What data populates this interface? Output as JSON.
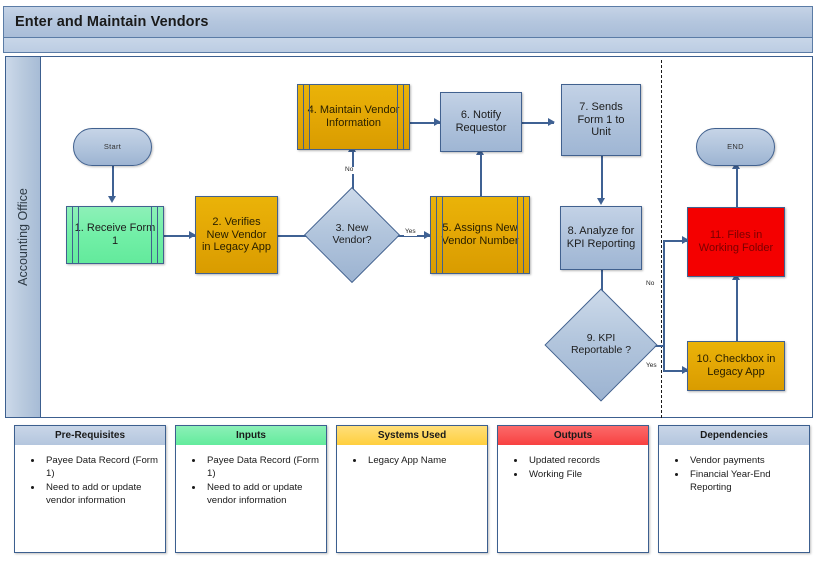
{
  "header": {
    "title": "Enter and Maintain Vendors"
  },
  "swimlane": {
    "label": "Accounting Office"
  },
  "flow": {
    "start": {
      "label": "Start"
    },
    "end": {
      "label": "END"
    },
    "nodes": [
      {
        "id": "n1",
        "label": "1. Receive Form 1",
        "shape": "predefined-process",
        "color": "green"
      },
      {
        "id": "n2",
        "label": "2. Verifies New Vendor in Legacy App",
        "shape": "process",
        "color": "gold"
      },
      {
        "id": "n3",
        "label": "3. New Vendor?",
        "shape": "decision",
        "color": "blue"
      },
      {
        "id": "n4",
        "label": "4. Maintain Vendor Information",
        "shape": "predefined-process",
        "color": "gold"
      },
      {
        "id": "n5",
        "label": "5. Assigns New Vendor Number",
        "shape": "predefined-process",
        "color": "gold"
      },
      {
        "id": "n6",
        "label": "6. Notify Requestor",
        "shape": "process",
        "color": "blue"
      },
      {
        "id": "n7",
        "label": "7. Sends Form 1 to Unit",
        "shape": "process",
        "color": "blue"
      },
      {
        "id": "n8",
        "label": "8. Analyze for KPI Reporting",
        "shape": "process",
        "color": "blue"
      },
      {
        "id": "n9",
        "label": "9. KPI Reportable ?",
        "shape": "decision",
        "color": "blue"
      },
      {
        "id": "n10",
        "label": "10. Checkbox in Legacy App",
        "shape": "process",
        "color": "gold"
      },
      {
        "id": "n11",
        "label": "11. Files in Working Folder",
        "shape": "process",
        "color": "red"
      }
    ],
    "edge_labels": {
      "d3_no": "No",
      "d3_yes": "Yes",
      "d9_no": "No",
      "d9_yes": "Yes"
    }
  },
  "legend": {
    "panels": [
      {
        "title": "Pre-Requisites",
        "accent": "#b4c6de",
        "items": [
          "Payee Data Record (Form 1)",
          "Need to add or update vendor information"
        ]
      },
      {
        "title": "Inputs",
        "accent": "#63eb9d",
        "items": [
          "Payee Data Record (Form 1)",
          "Need to add or update vendor information"
        ]
      },
      {
        "title": "Systems Used",
        "accent": "#ffcf3e",
        "items": [
          "Legacy App Name"
        ]
      },
      {
        "title": "Outputs",
        "accent": "#f84141",
        "items": [
          "Updated records",
          "Working File"
        ]
      },
      {
        "title": "Dependencies",
        "accent": "#b4c6de",
        "items": [
          "Vendor payments",
          "Financial Year-End Reporting"
        ]
      }
    ]
  }
}
